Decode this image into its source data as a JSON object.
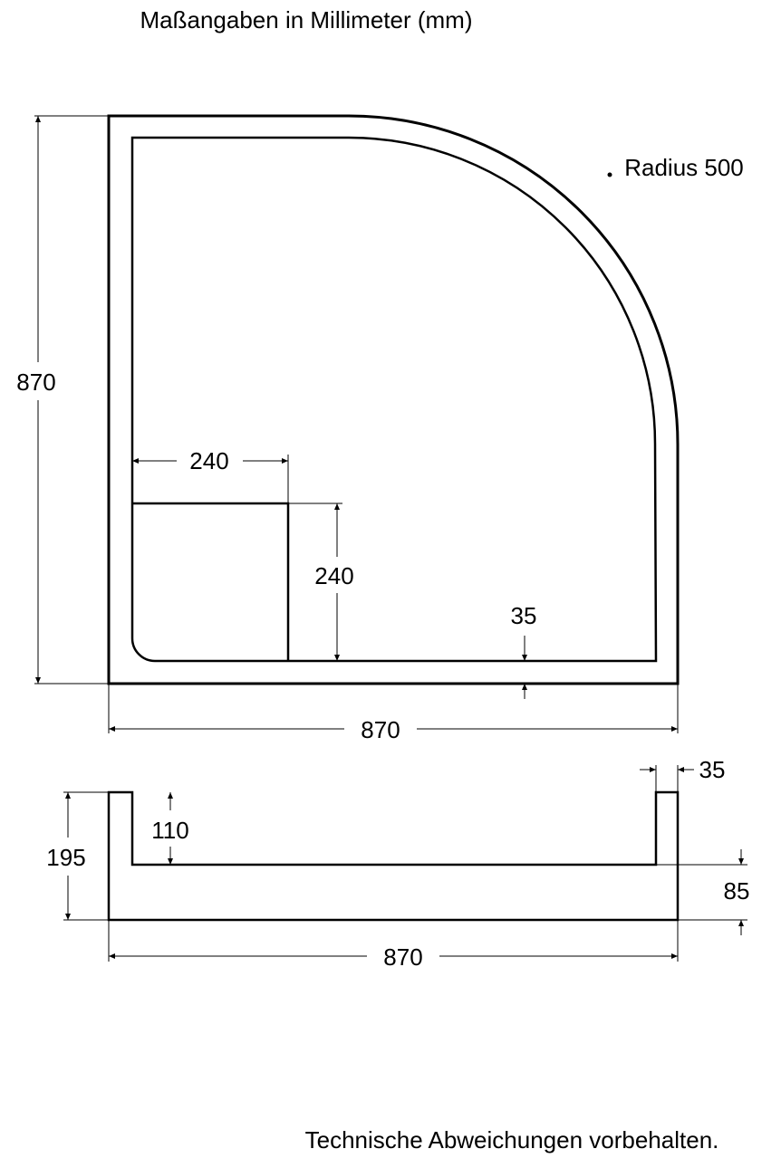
{
  "title": "Maßangaben in Millimeter (mm)",
  "footer": "Technische Abweichungen vorbehalten.",
  "top_view": {
    "radius_label": "Radius 500",
    "height": "870",
    "width": "870",
    "seat_width": "240",
    "seat_depth": "240",
    "rim": "35"
  },
  "side_view": {
    "height": "195",
    "inner_depth": "110",
    "rim": "35",
    "floor": "85",
    "width": "870"
  }
}
